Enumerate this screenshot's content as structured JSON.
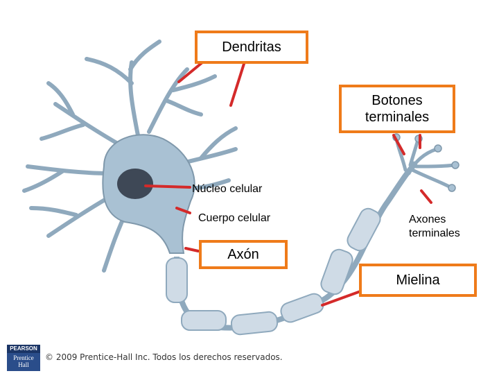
{
  "labels": {
    "dendritas": "Dendritas",
    "botones_terminales": "Botones\nterminales",
    "nucleo_celular": "Núcleo celular",
    "cuerpo_celular": "Cuerpo celular",
    "axones_terminales": "Axones\nterminales",
    "axon": "Axón",
    "mielina": "Mielina"
  },
  "footer": {
    "logo_top": "PEARSON",
    "logo_bottom": "Prentice\nHall",
    "copyright": "© 2009 Prentice-Hall Inc. Todos los derechos reservados."
  },
  "colors": {
    "box_border": "#ef7b1a",
    "pointer": "#d42a2a",
    "neuron_fill": "#a9c1d3",
    "neuron_stroke": "#7f98ab",
    "nucleus": "#3e4856",
    "myelin": "#cfdbe6"
  }
}
